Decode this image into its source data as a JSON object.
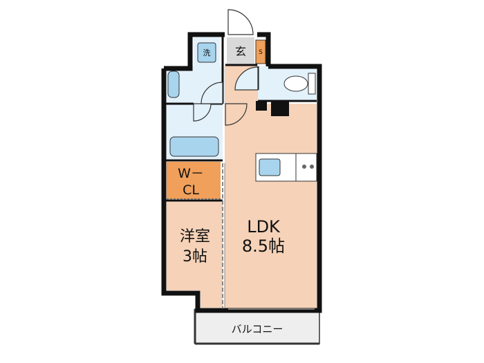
{
  "rooms": {
    "ldk": {
      "name": "LDK",
      "size": "8.5帖"
    },
    "western": {
      "name": "洋室",
      "size": "3帖"
    },
    "wcl": {
      "line1": "W－",
      "line2": "CL"
    },
    "entrance": {
      "label": "玄"
    },
    "washer": {
      "label": "洗"
    },
    "shoe_box": {
      "label": "S"
    },
    "balcony": {
      "label": "バルコニー"
    }
  },
  "colors": {
    "wall": "#111111",
    "floor_wood": "#f5d2b8",
    "wet_area": "#e3f1fb",
    "closet": "#f0a05a",
    "entrance_floor": "#d9d9d9",
    "fixture_blue": "#a8d4ee",
    "balcony": "#eeeeee"
  }
}
